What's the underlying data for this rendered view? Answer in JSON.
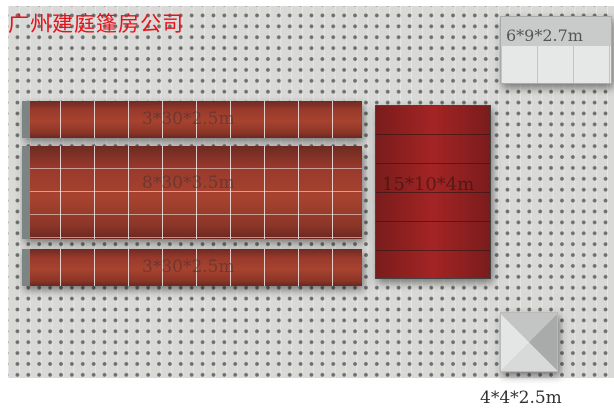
{
  "company_name": "广州建庭篷房公司",
  "tents": {
    "top_strip": "3*30*2.5m",
    "middle": "8*30*3.5m",
    "bottom_strip": "3*30*2.5m",
    "large_right": "15*10*4m",
    "small_top_right": "6*9*2.7m",
    "pyramid": "4*4*2.5m"
  },
  "colors": {
    "title": "#e8101a",
    "tent_red": "#a7432f",
    "ground": "#d9d9d7"
  }
}
